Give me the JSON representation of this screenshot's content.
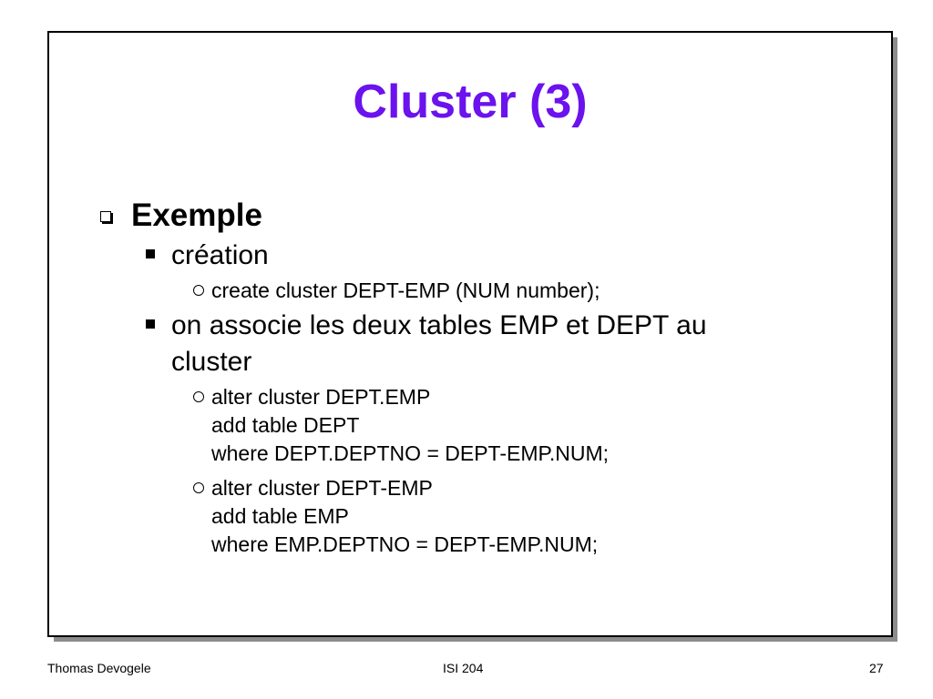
{
  "slide": {
    "title": "Cluster (3)",
    "heading": "Exemple",
    "item1": "création",
    "item1_sub": "create cluster DEPT-EMP (NUM number);",
    "item2_line1": "on associe les deux tables EMP et DEPT au",
    "item2_line2": "cluster",
    "sub2": [
      "alter cluster DEPT.EMP",
      "add table DEPT",
      "where DEPT.DEPTNO = DEPT-EMP.NUM;"
    ],
    "sub3": [
      "alter cluster DEPT-EMP",
      "add table EMP",
      "where EMP.DEPTNO = DEPT-EMP.NUM;"
    ]
  },
  "footer": {
    "author": "Thomas Devogele",
    "course": "ISI 204",
    "page": "27"
  },
  "colors": {
    "title": "#6b12ee",
    "shadow": "#8c8c8c"
  }
}
